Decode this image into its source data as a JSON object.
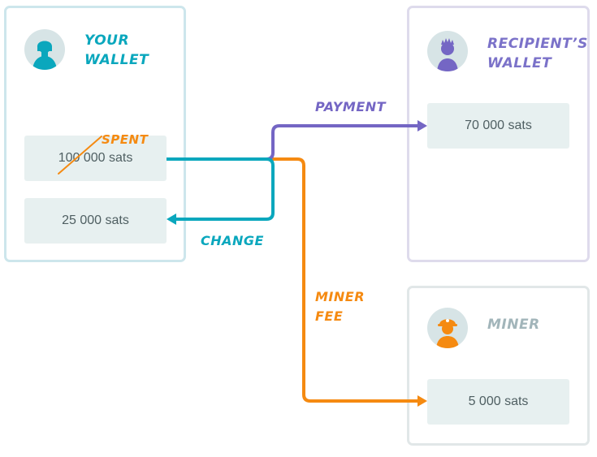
{
  "wallets": {
    "yours": {
      "title": "YOUR\nWALLET",
      "color": "#0aa7bd",
      "spent_amount": "100 000 sats",
      "spent_label": "SPENT",
      "change_amount": "25 000 sats"
    },
    "recipient": {
      "title": "RECIPIENT’S\nWALLET",
      "color": "#7b72c9",
      "amount": "70 000 sats"
    },
    "miner": {
      "title": "MINER",
      "color": "#a2b5ba",
      "amount": "5 000 sats"
    }
  },
  "flows": {
    "payment": {
      "label": "PAYMENT",
      "color": "#7466c4"
    },
    "change": {
      "label": "CHANGE",
      "color": "#0aa7bd"
    },
    "fee": {
      "label": "MINER\nFEE",
      "color": "#f58a11"
    }
  },
  "icons": [
    "user-avatar-icon",
    "recipient-avatar-icon",
    "miner-avatar-icon"
  ]
}
